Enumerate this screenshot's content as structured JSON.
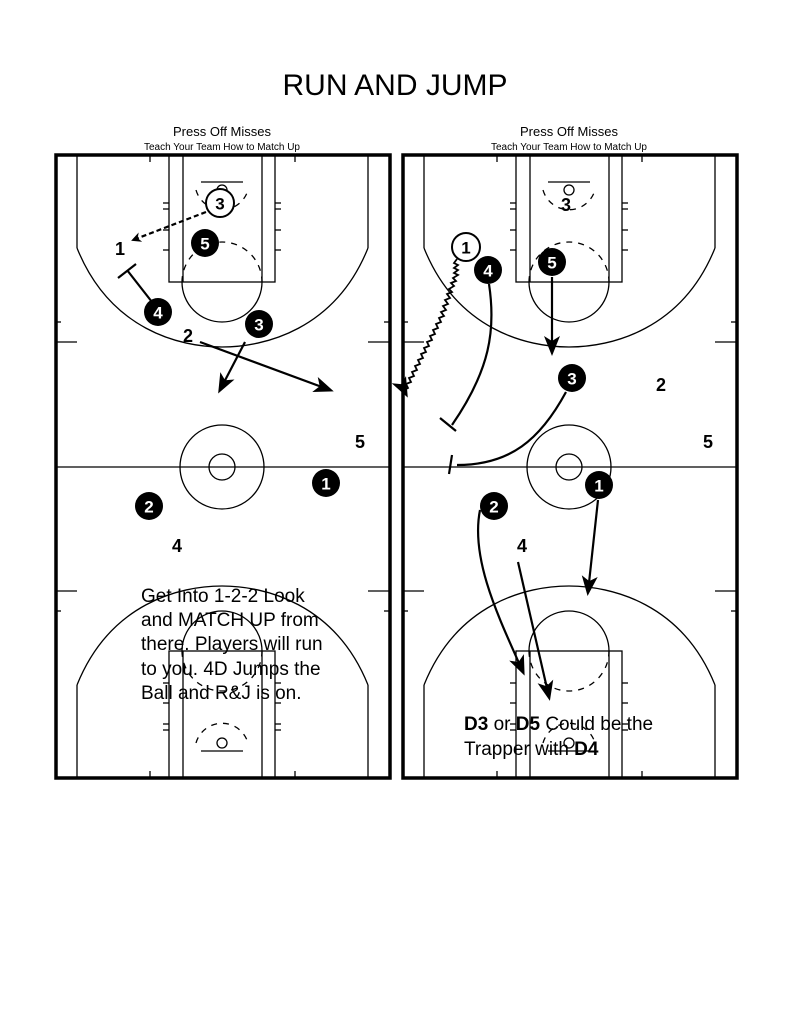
{
  "title": "RUN AND JUMP",
  "diagrams": [
    {
      "heading": "Press Off Misses",
      "subheading": "Teach Your Team How to Match Up",
      "offense_labels": {
        "o1": "1",
        "o2": "2",
        "o4": "4",
        "o5": "5"
      },
      "defenders": {
        "d3_hollow": "3",
        "d5": "5",
        "d4": "4",
        "d3": "3",
        "d1": "1",
        "d2": "2"
      },
      "note_lines": [
        "Get Into 1-2-2 Look",
        "and MATCH UP from",
        "there. Players will run",
        "to you. 4D Jumps the",
        "Ball and R&J is on."
      ]
    },
    {
      "heading": "Press Off Misses",
      "subheading": "Teach Your Team How to Match Up",
      "offense_labels": {
        "o3": "3",
        "o2": "2",
        "o5": "5",
        "o4": "4"
      },
      "defenders": {
        "o1_hollow": "1",
        "d4": "4",
        "d5": "5",
        "d3": "3",
        "d2": "2",
        "d1": "1"
      },
      "note": {
        "b1": "D3",
        "t1": " or ",
        "b2": "D5",
        "t2": " Could be the",
        "t3": "Trapper with ",
        "b3": "D4"
      }
    }
  ],
  "colors": {
    "ink": "#000000",
    "paper": "#ffffff"
  }
}
